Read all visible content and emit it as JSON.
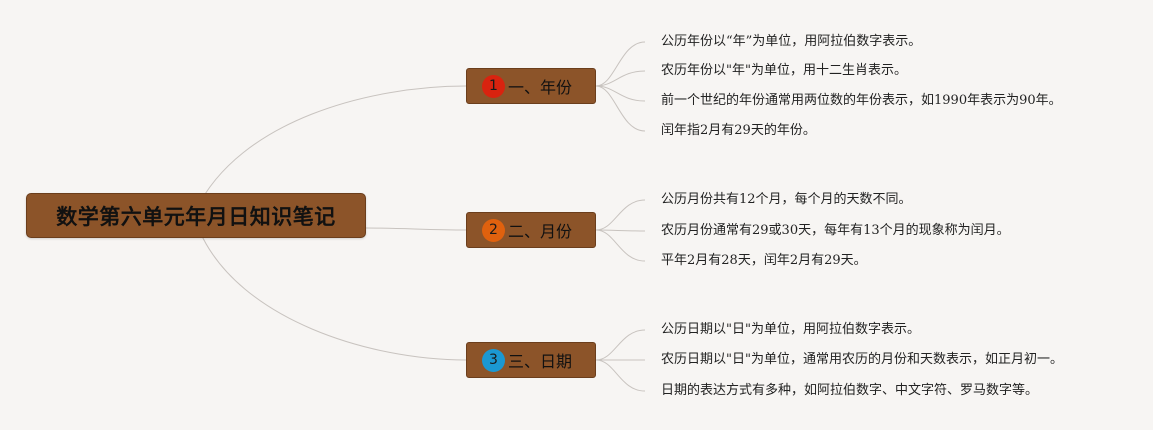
{
  "colors": {
    "background": "#f7f5f3",
    "node_fill": "#8c5429",
    "connector": "#c8c3bf",
    "badge_1": "#d9230f",
    "badge_2": "#e0610e",
    "badge_3": "#1b98d2"
  },
  "root": {
    "title": "数学第六单元年月日知识笔记"
  },
  "branches": [
    {
      "number": "1",
      "label": "一、年份",
      "leaves": [
        "公历年份以“年”为单位，用阿拉伯数字表示。",
        "农历年份以\"年\"为单位，用十二生肖表示。",
        "前一个世纪的年份通常用两位数的年份表示，如1990年表示为90年。",
        "闰年指2月有29天的年份。"
      ]
    },
    {
      "number": "2",
      "label": "二、月份",
      "leaves": [
        "公历月份共有12个月，每个月的天数不同。",
        "农历月份通常有29或30天，每年有13个月的现象称为闰月。",
        "平年2月有28天，闰年2月有29天。"
      ]
    },
    {
      "number": "3",
      "label": "三、日期",
      "leaves": [
        "公历日期以\"日\"为单位，用阿拉伯数字表示。",
        "农历日期以\"日\"为单位，通常用农历的月份和天数表示，如正月初一。",
        "日期的表达方式有多种，如阿拉伯数字、中文字符、罗马数字等。"
      ]
    }
  ]
}
